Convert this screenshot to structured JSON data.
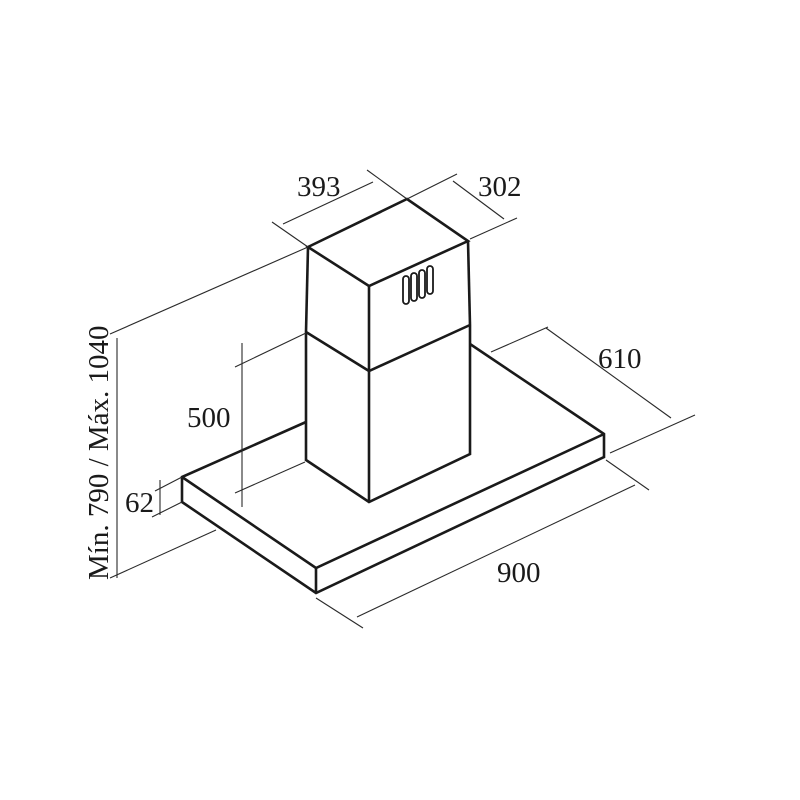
{
  "title": "Range hood dimension drawing",
  "colors": {
    "line": "#1a1a1a",
    "background": "#ffffff"
  },
  "dimensions": {
    "chimney_width": "393",
    "chimney_depth": "302",
    "hood_depth": "610",
    "lower_chimney_height": "500",
    "hood_thickness": "62",
    "hood_width": "900",
    "total_height": "Mín. 790 / Máx. 1040"
  }
}
